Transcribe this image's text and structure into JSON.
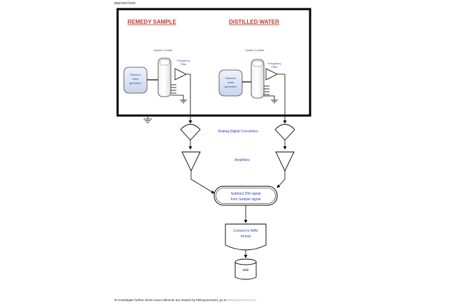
{
  "page": {
    "caption_top": "depicted here:",
    "caption_bottom_text": "To investigate further which exact ailments are treated by MDinyourHand, go to",
    "caption_bottom_link": "MDinyourHand.com."
  },
  "diagram": {
    "remedy_title": "REMEDY SAMPLE",
    "water_title": "DISTILLED WATER",
    "cuvette_left": "Quartz Cuvette",
    "cuvette_right": "Quartz Cuvette",
    "filter_left": [
      "Frequency",
      "Filter"
    ],
    "filter_right": [
      "Frequency",
      "Filter"
    ],
    "generator_left": [
      "Random",
      "noise",
      "generator"
    ],
    "generator_right": [
      "Random",
      "noise",
      "generator"
    ],
    "adc_label": "Analog-Digital Converters",
    "amp_label": "Amplifiers",
    "subtract_label": [
      "Subtract DW signal",
      "from Sample signal"
    ],
    "convert_label": [
      "Convert to WAV",
      "format"
    ],
    "disk_label": "Disk"
  },
  "colors": {
    "title_red": "#c0392b",
    "label_blue": "#2f3fb0",
    "frame": "#000000"
  }
}
